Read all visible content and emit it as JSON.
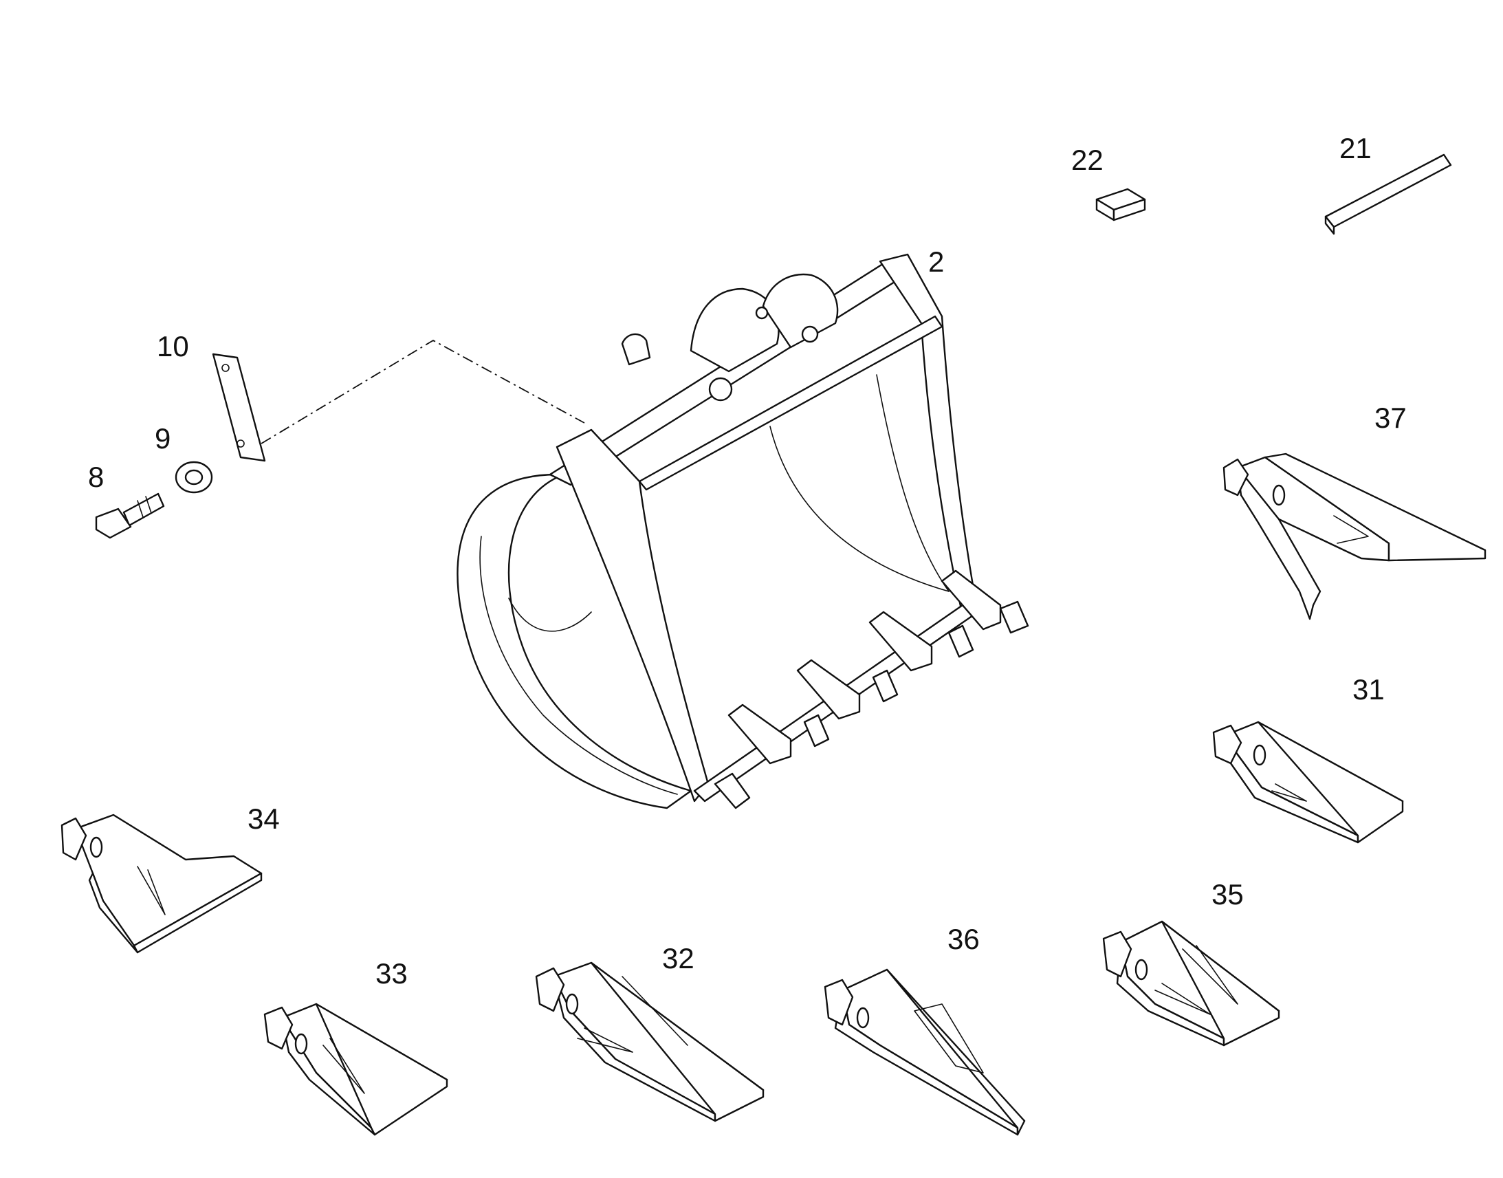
{
  "callouts": {
    "bucket": "2",
    "bolt": "8",
    "washer": "9",
    "plate": "10",
    "lock_bar": "21",
    "retainer": "22",
    "tooth_31": "31",
    "tooth_32": "32",
    "tooth_33": "33",
    "tooth_34": "34",
    "tooth_35": "35",
    "tooth_36": "36",
    "tooth_37": "37"
  }
}
